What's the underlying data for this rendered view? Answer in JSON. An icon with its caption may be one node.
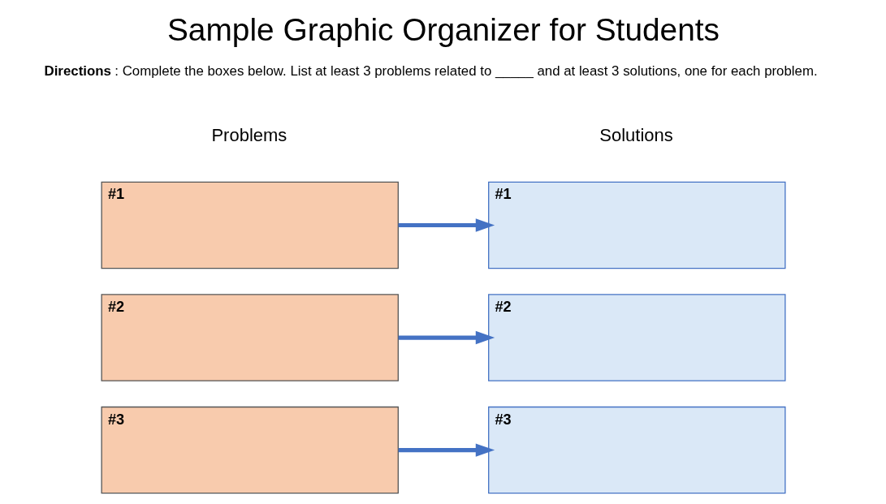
{
  "diagram": {
    "title": "Sample Graphic Organizer for Students",
    "nodes": [
      {
        "text": [
          "#1"
        ]
      },
      {
        "text": [
          "#1"
        ]
      },
      {
        "text": [
          "#2"
        ]
      },
      {
        "text": [
          "#2"
        ]
      },
      {
        "text": [
          "#3"
        ]
      },
      {
        "text": [
          "#3"
        ]
      }
    ],
    "edges": [
      {
        "from": 0,
        "to": 1,
        "arrow": "to"
      },
      {
        "from": 2,
        "to": 3,
        "arrow": "to"
      },
      {
        "from": 4,
        "to": 5,
        "arrow": "to"
      }
    ],
    "labels": [
      "**Directions**: Complete the boxes below. List at least 3 problems related to _____ and at least 3 solutions, one for each problem.",
      "Problems",
      "Solutions"
    ]
  }
}
